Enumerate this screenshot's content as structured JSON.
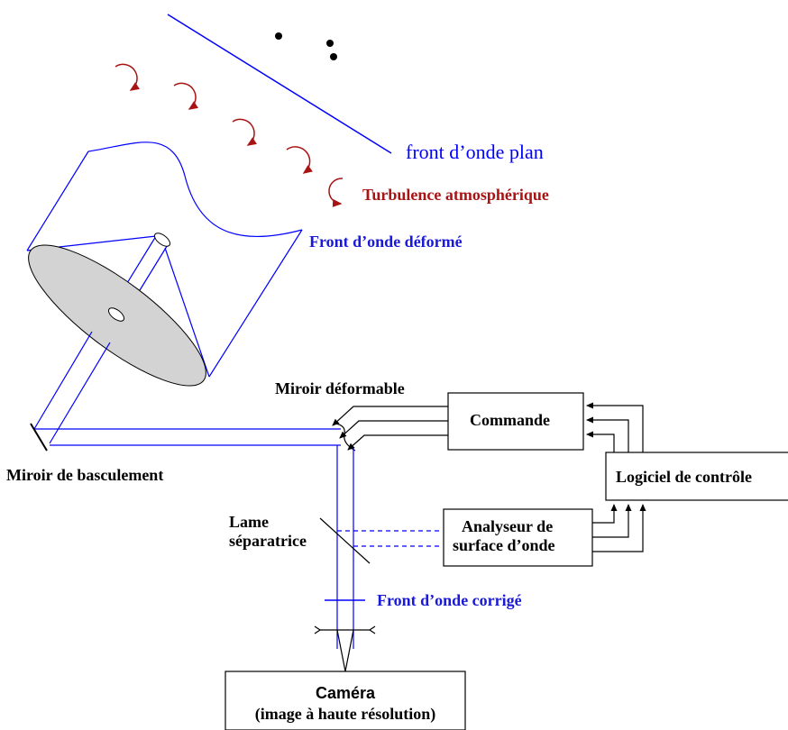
{
  "labels": {
    "front_plan": "front d’onde plan",
    "turbulence": "Turbulence atmosphérique",
    "front_deforme": "Front d’onde déformé",
    "miroir_deformable": "Miroir déformable",
    "commande": "Commande",
    "miroir_basculement": "Miroir de basculement",
    "logiciel": "Logiciel de contrôle",
    "lame_1": "Lame",
    "lame_2": "séparatrice",
    "analyseur_1": "Analyseur de",
    "analyseur_2": "surface d’onde",
    "front_corrige": "Front d’onde corrigé",
    "camera_1": "Caméra",
    "camera_2": "(image à haute résolution)"
  },
  "colors": {
    "optics_blue": "#0000ff",
    "turbulence_red": "#a81414",
    "mirror_fill": "#d3d3d3"
  }
}
